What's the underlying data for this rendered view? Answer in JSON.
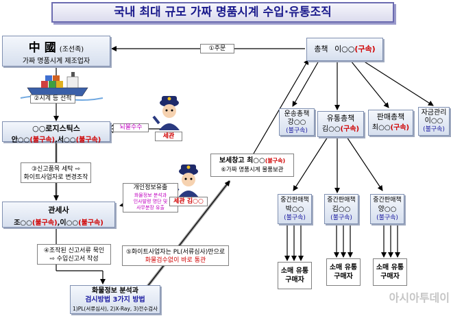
{
  "title": "국내 최대 규모 가짜 명품시계 수입·유통조직",
  "china": {
    "main": "中 國",
    "sub": "(조선족)",
    "desc": "가짜 명품시계 제조업자"
  },
  "step1": "①주문",
  "step2": "②시계 등 선적",
  "ringleader": {
    "label": "총책",
    "name": "이○○",
    "status": "(구속)"
  },
  "logistics": {
    "title": "○○로지스틱스",
    "p1": "안○○",
    "p1s": "(불구속)",
    "sep": ",",
    "p2": "서○○",
    "p2s": "(불구속)"
  },
  "bribe": "뇌물수수",
  "customs_officer": "세관",
  "step3": {
    "line1": "③신고품목 세탁 ⇨",
    "line2": "화이트사업자로 변경조작"
  },
  "leak": {
    "title": "개인정보유출",
    "detail1": "화물정보 분석과",
    "detail2": "인사발령 명단 및",
    "detail3": "사무분장 유출"
  },
  "customs_officer2": "세관 김○○",
  "customs_broker": {
    "title": "관세사",
    "p1": "조○○",
    "p1s": "(불구속)",
    "sep": ",",
    "p2": "이○○",
    "p2s": "(불구속)"
  },
  "step4": {
    "line1": "④조작된 신고서류 묵인",
    "line2": "⇨ 수입신고서 작성"
  },
  "step5": {
    "line1": "⑤화이트사업자는 PL(서류심사)만으로",
    "line2": "화물검수없이 바로 통관"
  },
  "inspection": {
    "line1": "화물정보 분석과",
    "line2": "검시방법 3가지 방법",
    "line3": "1)PL(서류심사), 2)X-Ray, 3)전수검사"
  },
  "warehouse": {
    "title": "보세창고 최○○",
    "status": "(불구속)",
    "desc": "⑥가짜 명품시계 물품보관"
  },
  "transport": {
    "title": "운송총책",
    "name": "강○○",
    "status": "(불구속)"
  },
  "distribution": {
    "title": "유통총책",
    "name": "김○○",
    "status": "(구속)"
  },
  "sales": {
    "title": "판매총책",
    "name": "최○○",
    "status": "(구속)"
  },
  "fund": {
    "title": "자금관리",
    "name": "이○○",
    "status": "(불구속)"
  },
  "mid1": {
    "title": "중간판매책",
    "name": "박○○",
    "status": "(불구속)"
  },
  "mid2": {
    "title": "중간판매책",
    "name": "김○○",
    "status": "(불구속)"
  },
  "mid3": {
    "title": "중간판매책",
    "name": "양○○",
    "status": "(불구속)"
  },
  "buyer": {
    "line1": "소매 유통",
    "line2": "구매자"
  },
  "watermark": "아시아투데이"
}
